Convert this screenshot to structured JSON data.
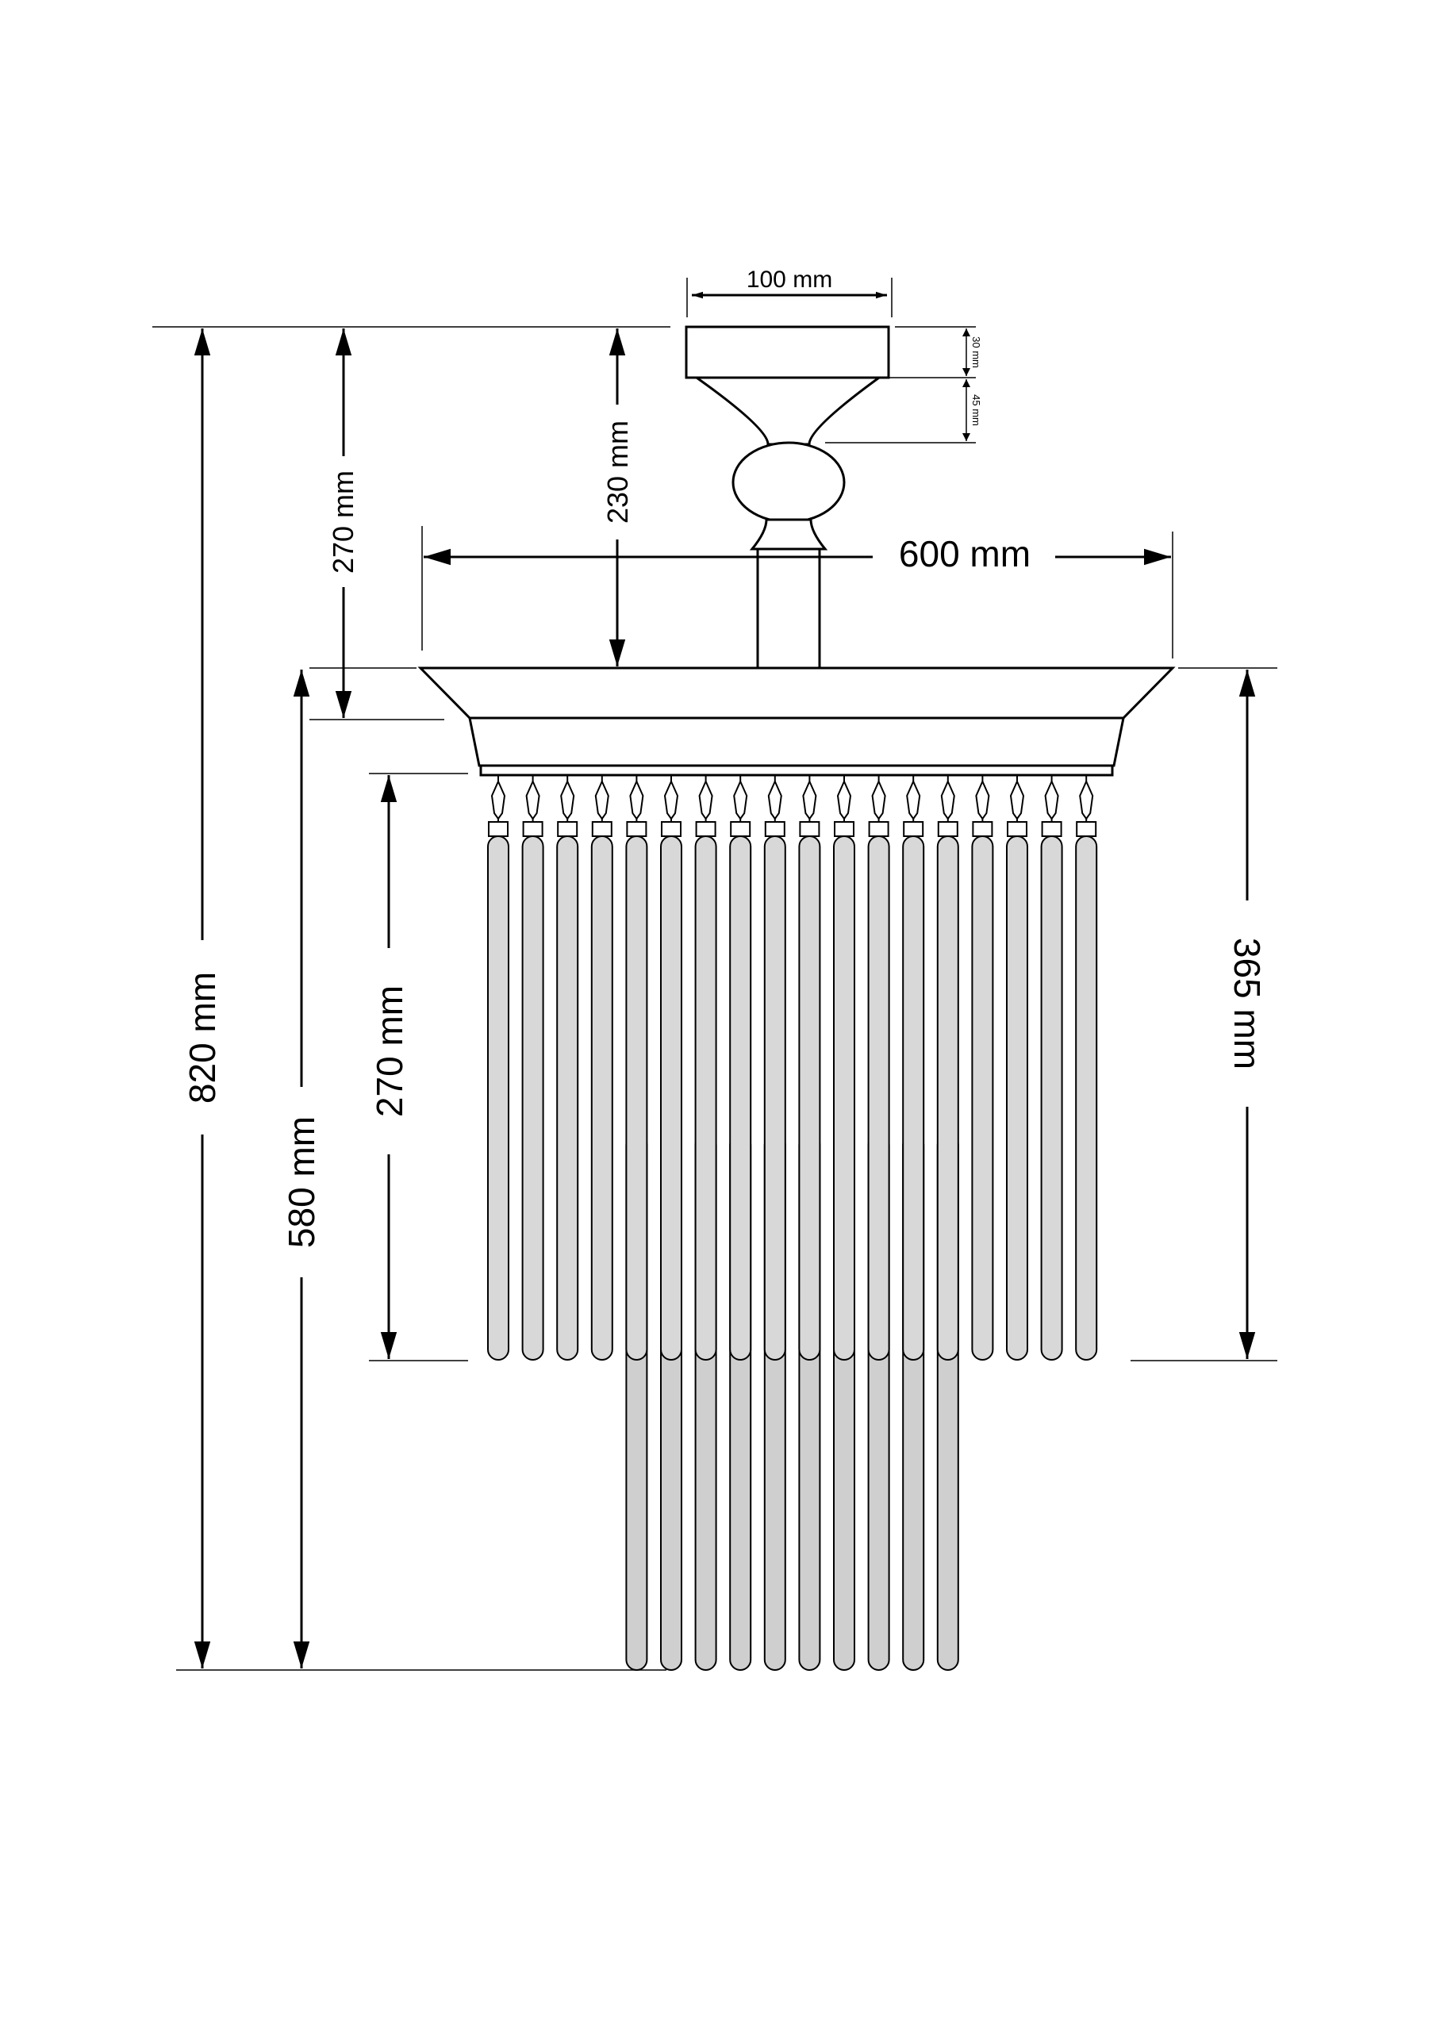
{
  "dimensions": {
    "canopy_width": "100 mm",
    "canopy_height": "30 mm",
    "neck_height": "45 mm",
    "stem_length": "230 mm",
    "top_to_ring": "270 mm",
    "ring_width": "600 mm",
    "total_height": "820 mm",
    "ring_to_bottom": "580 mm",
    "rod_length": "270 mm",
    "outer_drop": "365 mm"
  }
}
